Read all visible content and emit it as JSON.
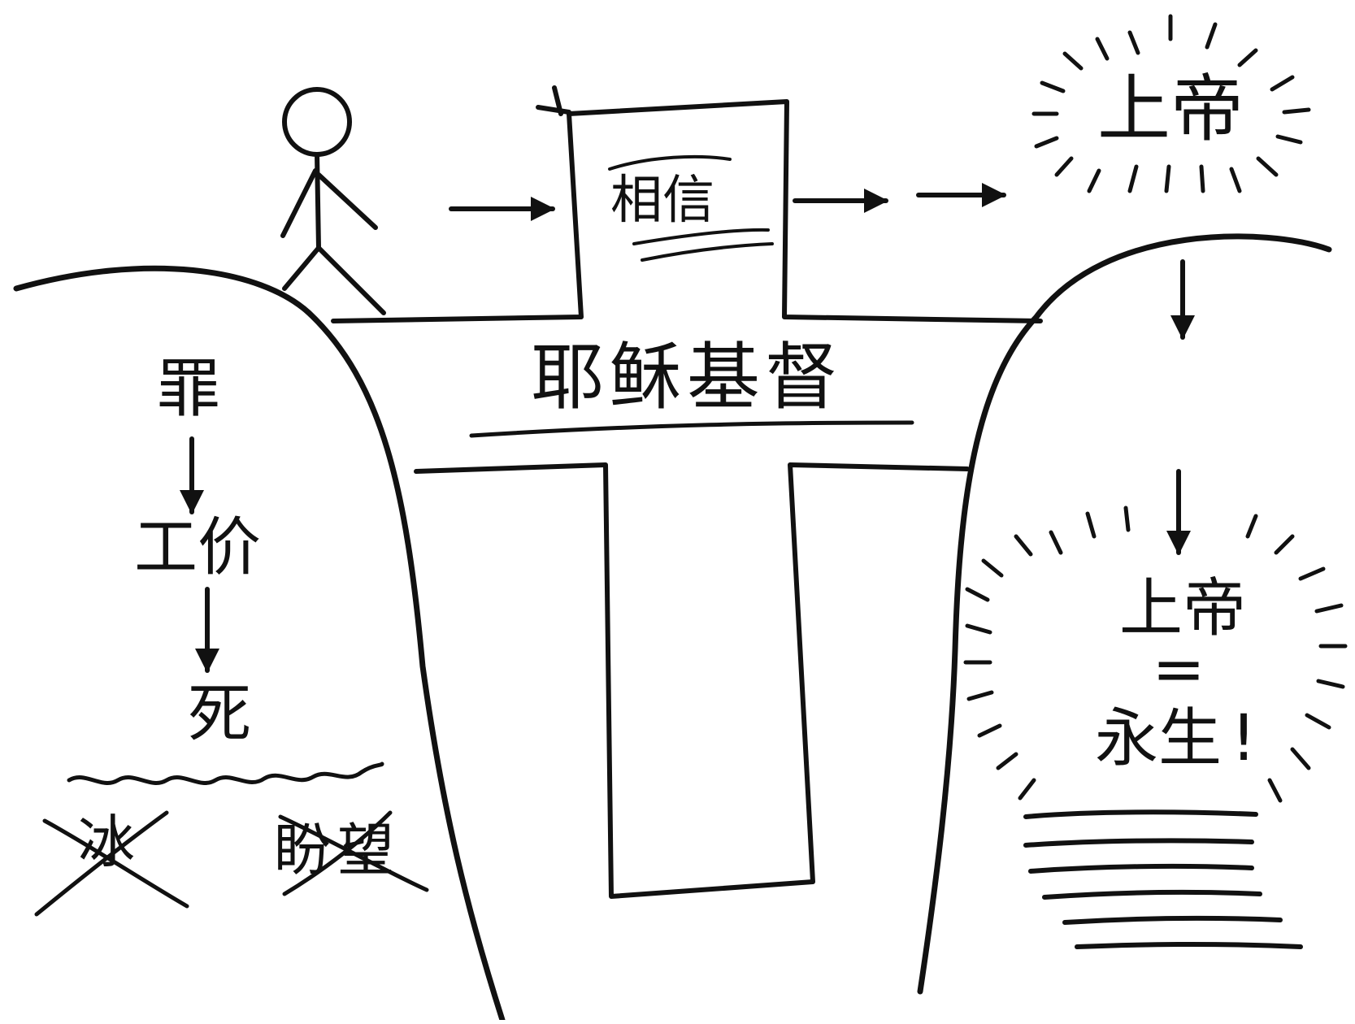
{
  "diagram": {
    "labels": {
      "believe": "相信",
      "god_top": "上帝",
      "jesus_christ": "耶稣基督",
      "sin": "罪",
      "wages": "工价",
      "death": "死",
      "hell": "冰",
      "hope": "盼望",
      "god_bottom": "上帝",
      "equals": "=",
      "eternal_life": "永生",
      "exclaim": "!"
    },
    "icons": {
      "person": "stick-figure-icon",
      "cross": "cross-bridge-icon",
      "radiance": "sun-rays-icon"
    },
    "colors": {
      "ink": "#111111",
      "background": "#ffffff"
    }
  }
}
